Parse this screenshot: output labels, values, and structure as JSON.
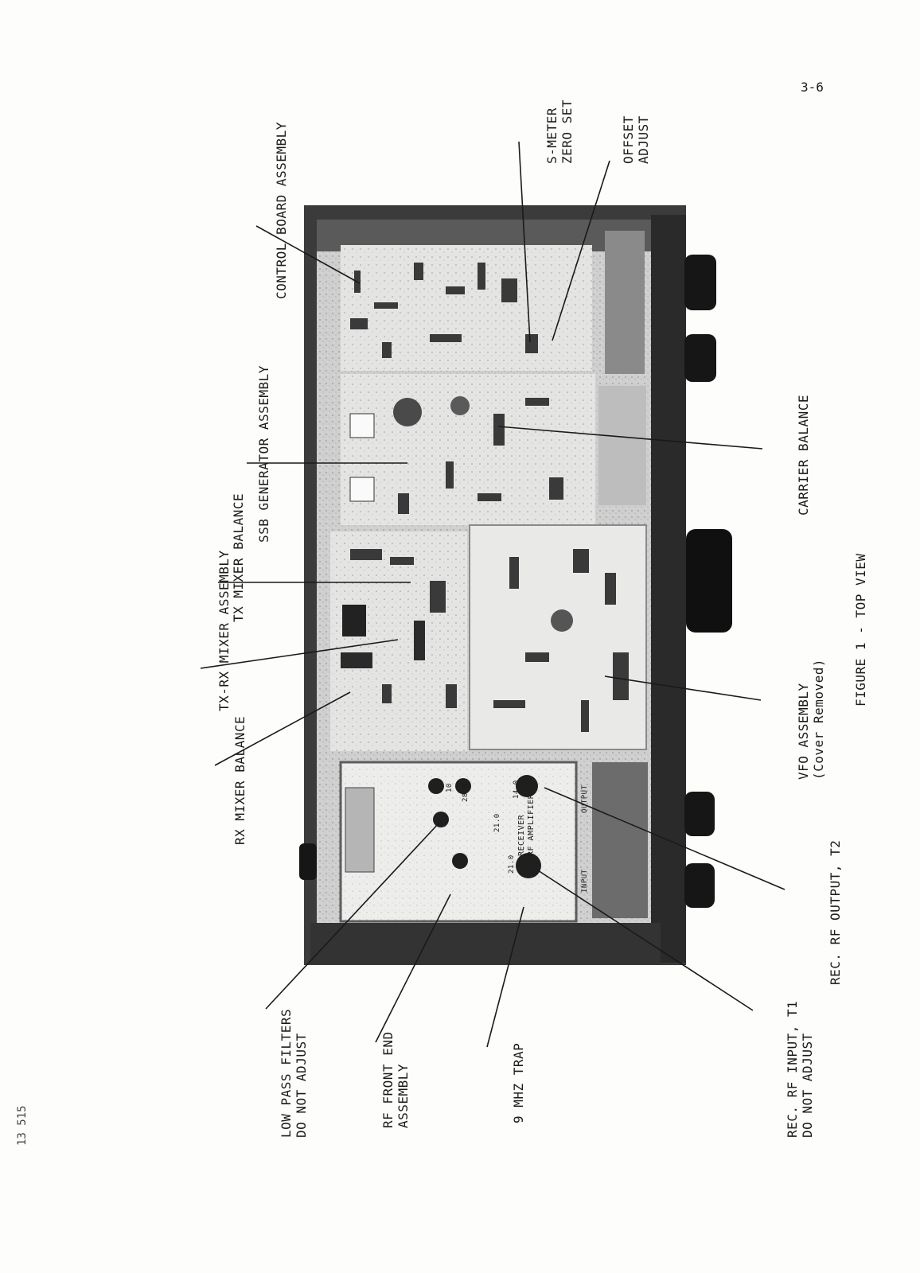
{
  "page_number": "3-6",
  "margin_mark": "13 515",
  "figure_caption": "FIGURE 1 - TOP VIEW",
  "labels": {
    "control_board": [
      "CONTROL BOARD ASSEMBLY"
    ],
    "s_meter": [
      "S-METER",
      "ZERO SET"
    ],
    "offset_adjust": [
      "OFFSET",
      "ADJUST"
    ],
    "ssb_generator": [
      "SSB GENERATOR ASSEMBLY"
    ],
    "carrier_balance": [
      "CARRIER BALANCE"
    ],
    "tx_rx_mixer": [
      "TX-RX MIXER ASSEMBLY"
    ],
    "tx_mixer_balance": [
      "TX MIXER BALANCE"
    ],
    "rx_mixer_balance": [
      "RX MIXER BALANCE"
    ],
    "vfo_assembly": [
      "VFO ASSEMBLY",
      "(Cover Removed)"
    ],
    "rec_rf_output": [
      "REC. RF OUTPUT, T2"
    ],
    "low_pass_filters": [
      "LOW PASS FILTERS",
      "DO NOT ADJUST"
    ],
    "rf_front_end": [
      "RF FRONT END",
      "ASSEMBLY"
    ],
    "trap_9mhz": [
      "9 MHZ TRAP"
    ],
    "rec_rf_input": [
      "REC. RF INPUT, T1",
      "DO NOT ADJUST"
    ]
  },
  "panel_text": {
    "receiver": "RECEIVER",
    "rf_amplifier": "RF AMPLIFIER",
    "output": "OUTPUT",
    "input": "INPUT",
    "c1": "10",
    "c2": "14.0",
    "c3": "21.0",
    "c4": "21.0",
    "c5": "28.0"
  }
}
